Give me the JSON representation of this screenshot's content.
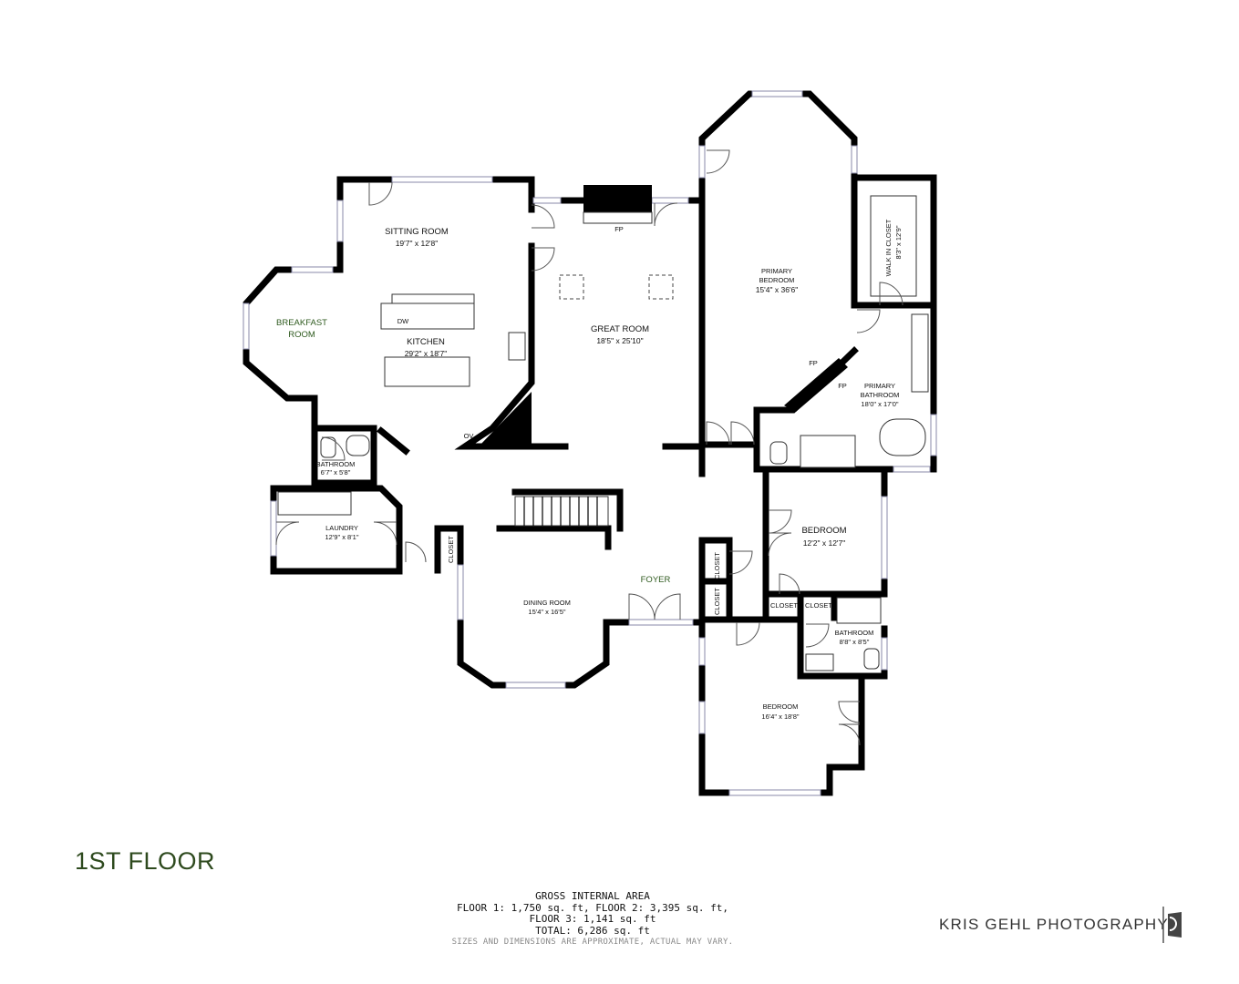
{
  "floor_title": "1ST FLOOR",
  "rooms": {
    "sitting_room": {
      "name": "SITTING ROOM",
      "dims": "19'7\" x 12'8\""
    },
    "breakfast_room": {
      "name_line1": "BREAKFAST",
      "name_line2": "ROOM"
    },
    "kitchen": {
      "name": "KITCHEN",
      "dims": "29'2\" x 18'7\""
    },
    "great_room": {
      "name": "GREAT ROOM",
      "dims": "18'5\" x 25'10\""
    },
    "primary_bedroom": {
      "name_line1": "PRIMARY",
      "name_line2": "BEDROOM",
      "dims": "15'4\" x 36'6\""
    },
    "walk_in_closet": {
      "name": "WALK IN CLOSET",
      "dims": "8'3\" x 12'9\""
    },
    "primary_bathroom": {
      "name_line1": "PRIMARY",
      "name_line2": "BATHROOM",
      "dims": "18'0\" x 17'0\""
    },
    "bathroom_1": {
      "name": "BATHROOM",
      "dims": "6'7\" x 5'8\""
    },
    "laundry": {
      "name": "LAUNDRY",
      "dims": "12'9\" x 8'1\""
    },
    "dining_room": {
      "name": "DINING ROOM",
      "dims": "15'4\" x 16'5\""
    },
    "foyer": {
      "name": "FOYER"
    },
    "bedroom_1": {
      "name": "BEDROOM",
      "dims": "12'2\" x 12'7\""
    },
    "bathroom_2": {
      "name": "BATHROOM",
      "dims": "8'8\" x 8'5\""
    },
    "bedroom_2": {
      "name": "BEDROOM",
      "dims": "16'4\" x 18'8\""
    }
  },
  "fixtures": {
    "fp": "FP",
    "dw": "DW",
    "ov": "OV",
    "closet": "CLOSET"
  },
  "area": {
    "heading": "GROSS INTERNAL AREA",
    "line1": "FLOOR 1: 1,750 sq. ft, FLOOR 2: 3,395 sq. ft,",
    "line2": "FLOOR 3: 1,141 sq. ft",
    "line3": "TOTAL: 6,286 sq. ft",
    "note": "SIZES AND DIMENSIONS ARE APPROXIMATE, ACTUAL MAY VARY."
  },
  "brand": "KRIS GEHL PHOTOGRAPHY",
  "colors": {
    "title_green": "#2e4a1e",
    "label_green": "#2e5a1e",
    "window": "#8a8aa8"
  }
}
